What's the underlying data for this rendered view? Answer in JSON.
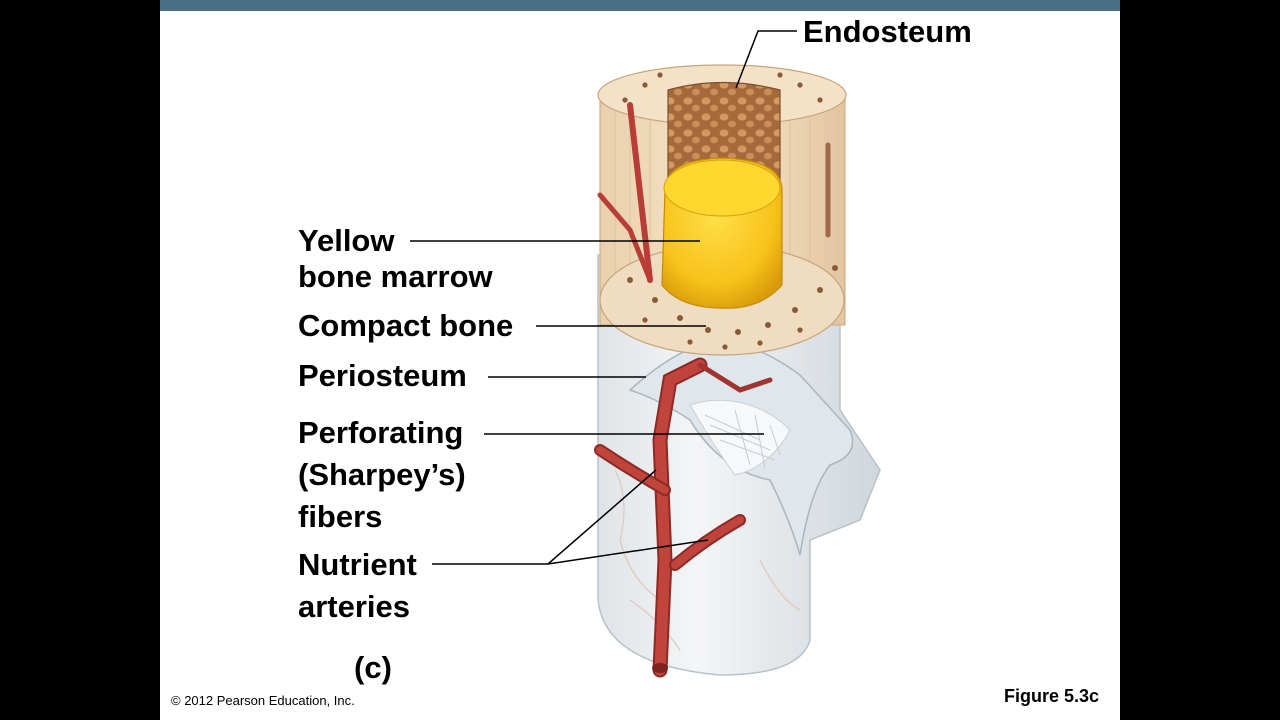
{
  "labels": {
    "endosteum": "Endosteum",
    "yellow_marrow_line1": "Yellow",
    "yellow_marrow_line2": "bone marrow",
    "compact_bone": "Compact bone",
    "periosteum": "Periosteum",
    "perforating_line1": "Perforating",
    "perforating_line2": "(Sharpey’s)",
    "perforating_line3": "fibers",
    "nutrient_line1": "Nutrient",
    "nutrient_line2": "arteries"
  },
  "panel_letter": "(c)",
  "copyright": "© 2012 Pearson Education, Inc.",
  "figure_number": "Figure 5.3c",
  "colors": {
    "top_bar": "#4a6f82",
    "periosteum": "#e8ecef",
    "compact_bone": "#efdcc0",
    "spongy_endosteum": "#b07a4a",
    "yellow_marrow": "#f7c21a",
    "artery": "#b33b35"
  }
}
